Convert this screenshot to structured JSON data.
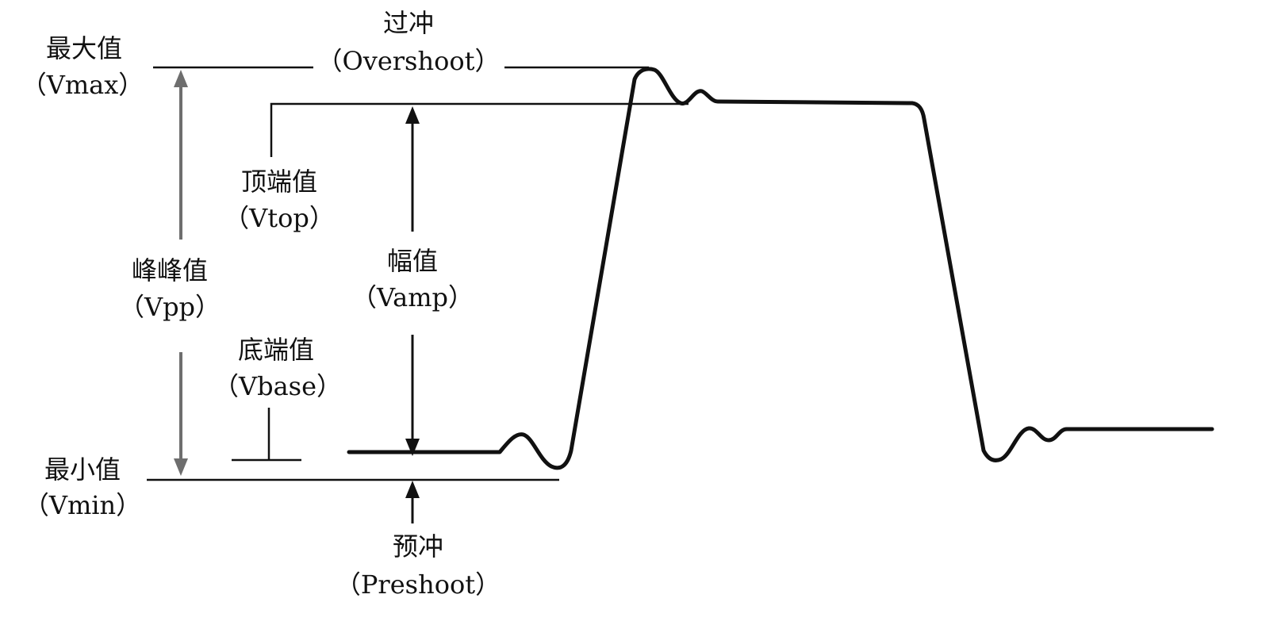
{
  "labels": {
    "max": {
      "cn": "最大值",
      "en": "（Vmax）"
    },
    "min": {
      "cn": "最小值",
      "en": "（Vmin）"
    },
    "pp": {
      "cn": "峰峰值",
      "en": "（Vpp）"
    },
    "top": {
      "cn": "顶端值",
      "en": "（Vtop）"
    },
    "base": {
      "cn": "底端值",
      "en": "（Vbase）"
    },
    "amp": {
      "cn": "幅值",
      "en": "（Vamp）"
    },
    "overshoot": {
      "cn": "过冲",
      "en": "（Overshoot）"
    },
    "preshoot": {
      "cn": "预冲",
      "en": "（Preshoot）"
    }
  },
  "colors": {
    "ink": "#111111",
    "gray_arrow": "#6e6e6e"
  }
}
